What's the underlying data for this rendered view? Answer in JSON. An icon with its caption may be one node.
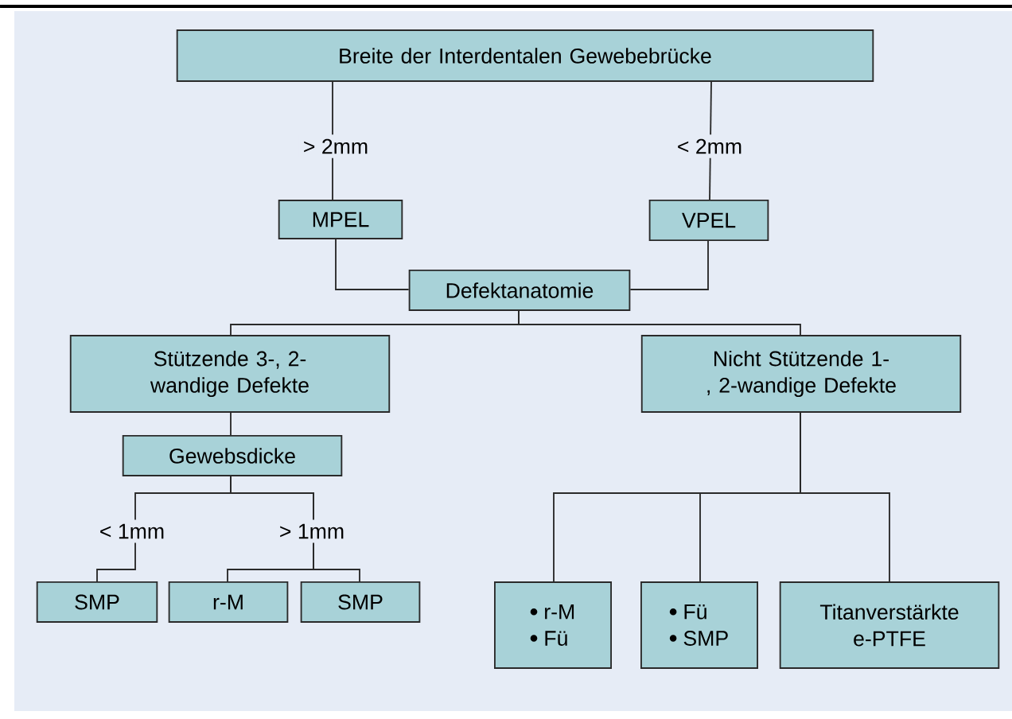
{
  "diagram": {
    "nodes": [
      {
        "text": [
          "Breite der Interdentalen Gewebebrücke"
        ]
      },
      {
        "text": [
          "MPEL"
        ]
      },
      {
        "text": [
          "VPEL"
        ]
      },
      {
        "text": [
          "Defektanatomie"
        ]
      },
      {
        "text": [
          "Stützende 3-, 2-wandige Defekte"
        ]
      },
      {
        "text": [
          "Nicht Stützende 1-, 2-wandige Defekte"
        ]
      },
      {
        "text": [
          "Gewebsdicke"
        ]
      },
      {
        "text": [
          "SMP"
        ]
      },
      {
        "text": [
          "r-M"
        ]
      },
      {
        "text": [
          "SMP"
        ]
      },
      {
        "text": [
          "r-M",
          "Fü"
        ]
      },
      {
        "text": [
          "Fü",
          "SMP"
        ]
      },
      {
        "text": [
          "Titanverstärkte e-PTFE"
        ]
      }
    ],
    "edges": [
      {
        "from": 0,
        "to": 1,
        "arrow": "none",
        "label": "> 2mm"
      },
      {
        "from": 0,
        "to": 2,
        "arrow": "none",
        "label": "< 2mm"
      },
      {
        "from": 1,
        "to": 3,
        "arrow": "none"
      },
      {
        "from": 2,
        "to": 3,
        "arrow": "none"
      },
      {
        "from": 3,
        "to": 4,
        "arrow": "none"
      },
      {
        "from": 3,
        "to": 5,
        "arrow": "none"
      },
      {
        "from": 4,
        "to": 6,
        "arrow": "none"
      },
      {
        "from": 6,
        "to": 7,
        "arrow": "none",
        "label": "< 1mm"
      },
      {
        "from": 6,
        "to": 8,
        "arrow": "none",
        "label": "> 1mm"
      },
      {
        "from": 6,
        "to": 9,
        "arrow": "none"
      },
      {
        "from": 5,
        "to": 10,
        "arrow": "none"
      },
      {
        "from": 5,
        "to": 11,
        "arrow": "none"
      },
      {
        "from": 5,
        "to": 12,
        "arrow": "none"
      }
    ]
  }
}
